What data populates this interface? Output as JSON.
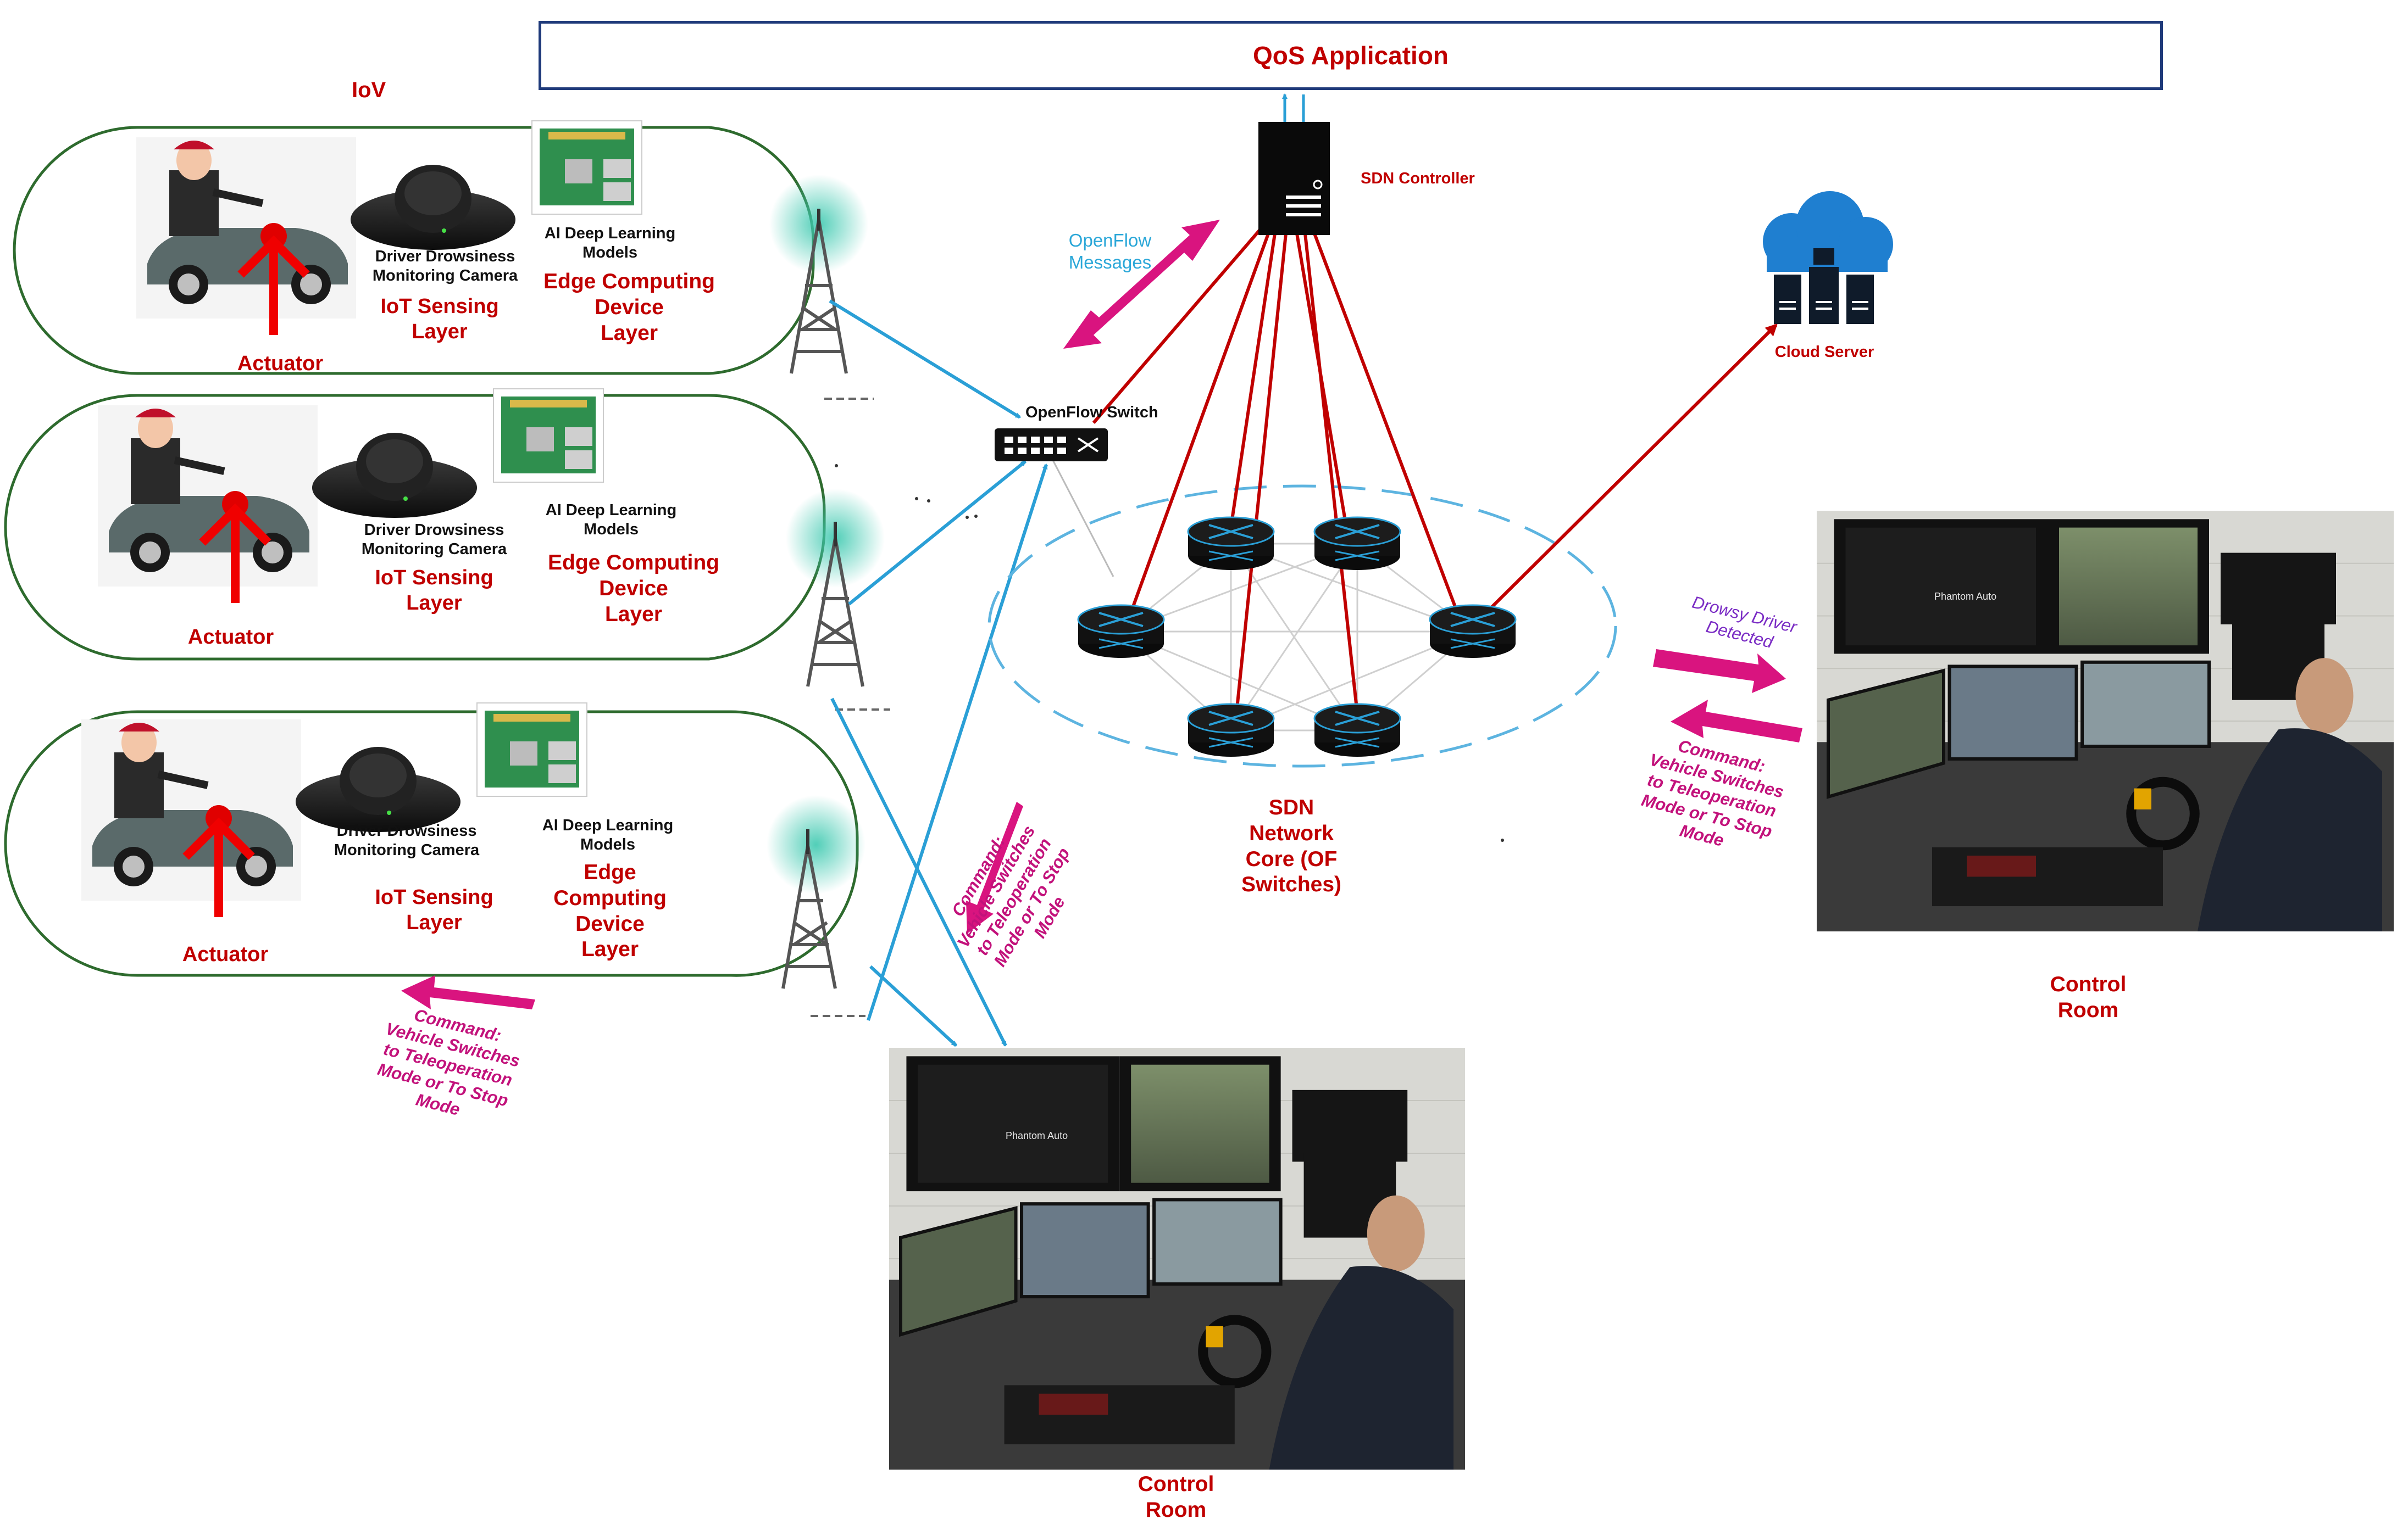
{
  "header": {
    "title": "QoS Application"
  },
  "iov_label": "IoV",
  "vehicles": [
    {
      "camera_label_1": "Driver Drowsiness",
      "camera_label_2": "Monitoring Camera",
      "iot_label_1": "IoT Sensing",
      "iot_label_2": "Layer",
      "ai_label_1": "AI Deep Learning",
      "ai_label_2": "Models",
      "edge_label_1": "Edge Computing",
      "edge_label_2": "Device",
      "edge_label_3": "Layer",
      "actuator_label": "Actuator"
    },
    {
      "camera_label_1": "Driver Drowsiness",
      "camera_label_2": "Monitoring Camera",
      "iot_label_1": "IoT Sensing",
      "iot_label_2": "Layer",
      "ai_label_1": "AI Deep Learning",
      "ai_label_2": "Models",
      "edge_label_1": "Edge Computing",
      "edge_label_2": "Device",
      "edge_label_3": "Layer",
      "actuator_label": "Actuator"
    },
    {
      "camera_label_1": "Driver Drowsiness",
      "camera_label_2": "Monitoring Camera",
      "iot_label_1": "IoT Sensing",
      "iot_label_2": "Layer",
      "ai_label_1": "AI Deep Learning",
      "ai_label_2": "Models",
      "edge_label_1": "Edge",
      "edge_label_2": "Computing",
      "edge_label_3": "Device",
      "edge_label_4": "Layer",
      "actuator_label": "Actuator"
    }
  ],
  "sdn_controller_label": "SDN Controller",
  "openflow_messages": [
    "OpenFlow",
    "Messages"
  ],
  "openflow_switch_label": "OpenFlow Switch",
  "cloud_server_label": "Cloud Server",
  "sdn_core": [
    "SDN",
    "Network",
    "Core (OF",
    "Switches)"
  ],
  "drowsy_detected": [
    "Drowsy Driver",
    "Detected"
  ],
  "command_lines": [
    "Command:",
    "Vehicle Switches",
    "to Teleoperation",
    "Mode or To Stop",
    "Mode"
  ],
  "control_room_label": [
    "Control",
    "Room"
  ],
  "screen_brand": "Phantom Auto",
  "colors": {
    "red": "#c00000",
    "magenta": "#d9147f",
    "cyan": "#2a9fd6",
    "navy": "#1f3a7a",
    "green": "#2e6b2e"
  }
}
